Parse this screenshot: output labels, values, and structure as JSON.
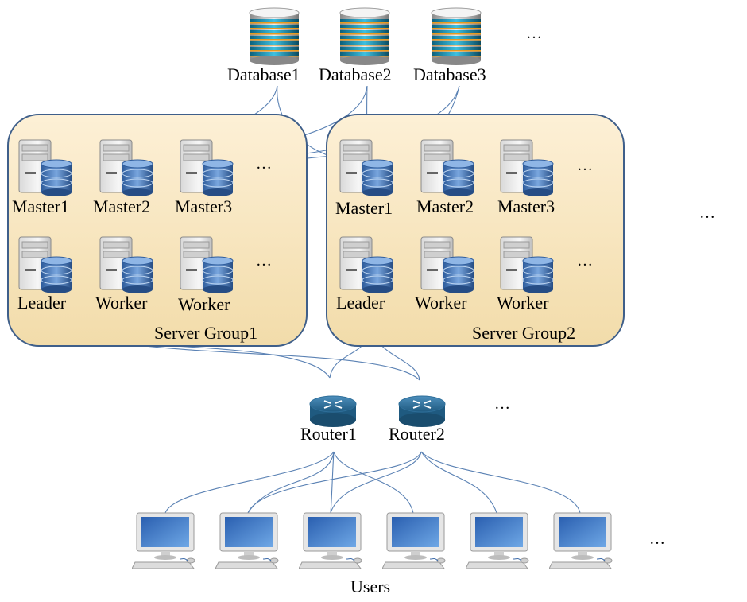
{
  "databases": [
    {
      "label": "Database1"
    },
    {
      "label": "Database2"
    },
    {
      "label": "Database3"
    }
  ],
  "groups": [
    {
      "label": "Server Group1",
      "masters": [
        "Master1",
        "Master2",
        "Master3"
      ],
      "nodes": [
        "Leader",
        "Worker",
        "Worker"
      ]
    },
    {
      "label": "Server Group2",
      "masters": [
        "Master1",
        "Master2",
        "Master3"
      ],
      "nodes": [
        "Leader",
        "Worker",
        "Worker"
      ]
    }
  ],
  "routers": [
    {
      "label": "Router1"
    },
    {
      "label": "Router2"
    }
  ],
  "users": {
    "label": "Users",
    "count": 6
  },
  "ellipsis": "…",
  "colors": {
    "group_border": "#3f5f8a",
    "group_fill": "#f6e4bb",
    "link": "#5b82b4",
    "router": "#2f6f9a",
    "db_cylinder": "#4a76b0"
  }
}
